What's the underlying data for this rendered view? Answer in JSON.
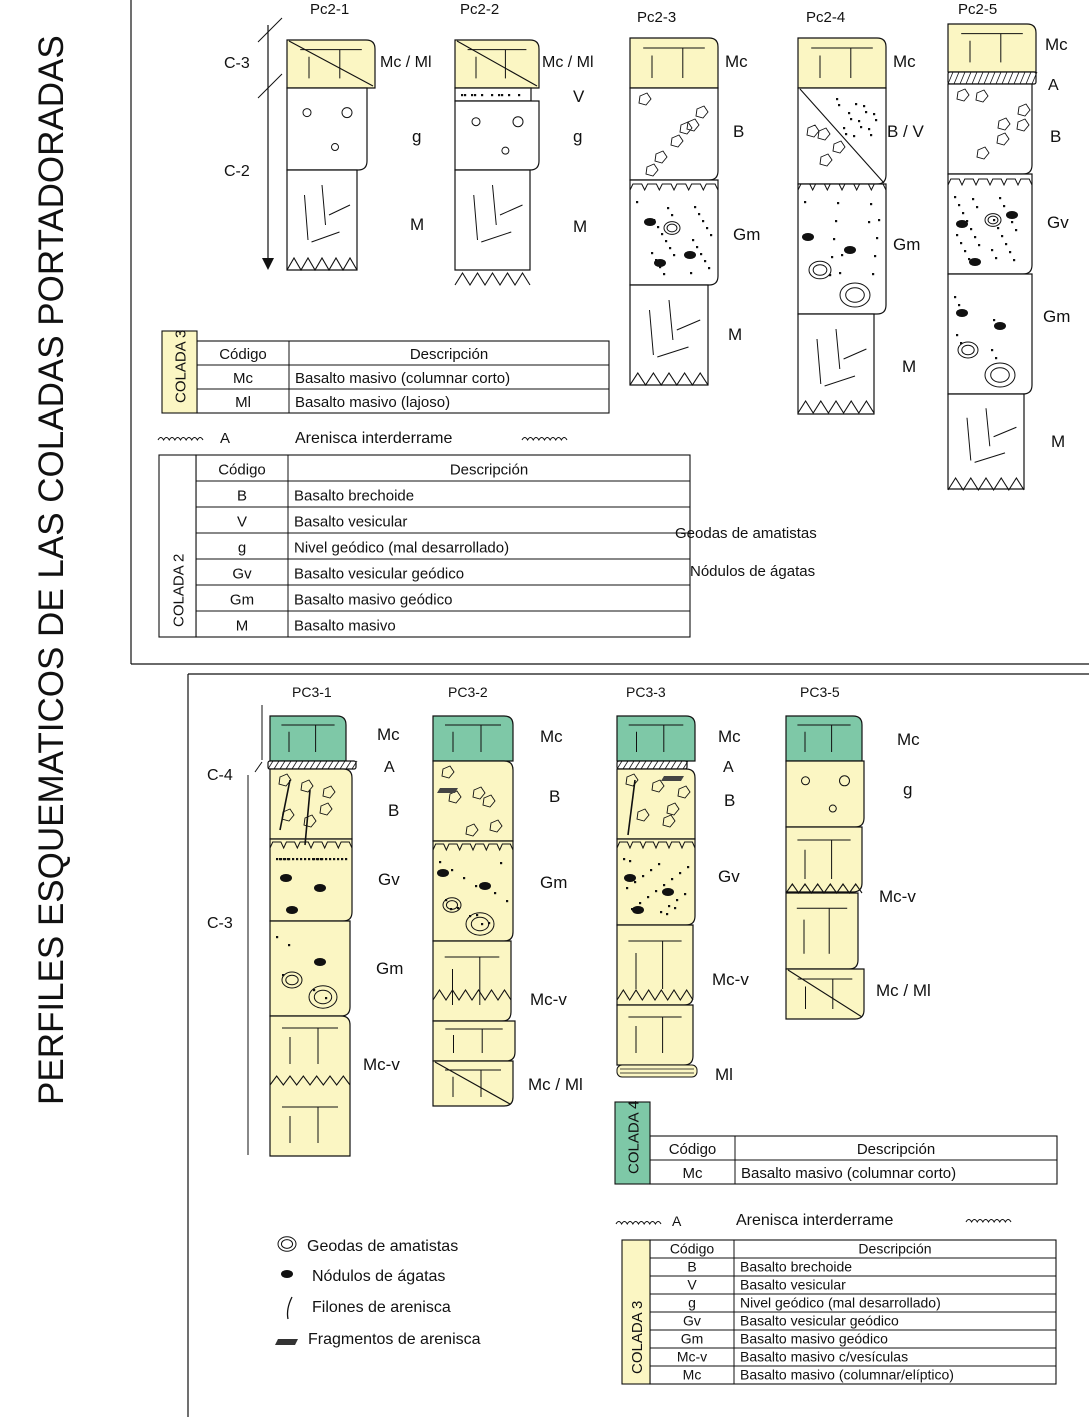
{
  "main_title": "PERFILES ESQUEMATICOS DE LAS COLADAS PORTADORADAS",
  "colors": {
    "yellow": "#fbf6c3",
    "green": "#7ec8a7",
    "line": "#111111"
  },
  "top_panel": {
    "profiles": [
      {
        "name": "Pc2-1",
        "units": [
          "Mc / Ml",
          "g",
          "M"
        ]
      },
      {
        "name": "Pc2-2",
        "units": [
          "Mc / Ml",
          "V",
          "g",
          "M"
        ]
      },
      {
        "name": "Pc2-3",
        "units": [
          "Mc",
          "B",
          "Gm",
          "M"
        ]
      },
      {
        "name": "Pc2-4",
        "units": [
          "Mc",
          "B / V",
          "Gm",
          "M"
        ]
      },
      {
        "name": "Pc2-5",
        "units": [
          "Mc",
          "A",
          "B",
          "Gv",
          "Gm",
          "M"
        ]
      }
    ],
    "flows": [
      "C-3",
      "C-2"
    ],
    "colada3": {
      "title": "COLADA 3",
      "header": [
        "Código",
        "Descripción"
      ],
      "rows": [
        [
          "Mc",
          "Basalto masivo (columnar corto)"
        ],
        [
          "Ml",
          "Basalto masivo (lajoso)"
        ]
      ]
    },
    "arenisca": {
      "code": "A",
      "desc": "Arenisca interderrame"
    },
    "colada2": {
      "title": "COLADA 2",
      "header": [
        "Código",
        "Descripción"
      ],
      "rows": [
        [
          "B",
          "Basalto brechoide"
        ],
        [
          "V",
          "Basalto vesicular"
        ],
        [
          "g",
          "Nivel geódico (mal desarrollado)"
        ],
        [
          "Gv",
          "Basalto vesicular geódico"
        ],
        [
          "Gm",
          "Basalto masivo geódico"
        ],
        [
          "M",
          "Basalto masivo"
        ]
      ]
    },
    "legend": [
      "Geodas de amatistas",
      "Nódulos de ágatas"
    ]
  },
  "bottom_panel": {
    "profiles": [
      {
        "name": "PC3-1",
        "units": [
          "Mc",
          "A",
          "B",
          "Gv",
          "Gm",
          "Mc-v"
        ]
      },
      {
        "name": "PC3-2",
        "units": [
          "Mc",
          "B",
          "Gm",
          "Mc-v",
          "Mc / Ml"
        ]
      },
      {
        "name": "PC3-3",
        "units": [
          "Mc",
          "A",
          "B",
          "Gv",
          "Mc-v",
          "Ml"
        ]
      },
      {
        "name": "PC3-5",
        "units": [
          "Mc",
          "g",
          "Mc-v",
          "Mc / Ml"
        ]
      }
    ],
    "flows": [
      "C-4",
      "C-3"
    ],
    "colada4": {
      "title": "COLADA 4",
      "header": [
        "Código",
        "Descripción"
      ],
      "rows": [
        [
          "Mc",
          "Basalto masivo (columnar corto)"
        ]
      ]
    },
    "arenisca": {
      "code": "A",
      "desc": "Arenisca interderrame"
    },
    "colada3": {
      "title": "COLADA 3",
      "header": [
        "Código",
        "Descripción"
      ],
      "rows": [
        [
          "B",
          "Basalto brechoide"
        ],
        [
          "V",
          "Basalto vesicular"
        ],
        [
          "g",
          "Nivel geódico (mal desarrollado)"
        ],
        [
          "Gv",
          "Basalto vesicular geódico"
        ],
        [
          "Gm",
          "Basalto masivo geódico"
        ],
        [
          "Mc-v",
          "Basalto masivo c/vesículas"
        ],
        [
          "Mc",
          "Basalto masivo (columnar/elíptico)"
        ]
      ]
    },
    "legend": [
      "Geodas de amatistas",
      "Nódulos de ágatas",
      "Filones de arenisca",
      "Fragmentos de arenisca"
    ]
  }
}
